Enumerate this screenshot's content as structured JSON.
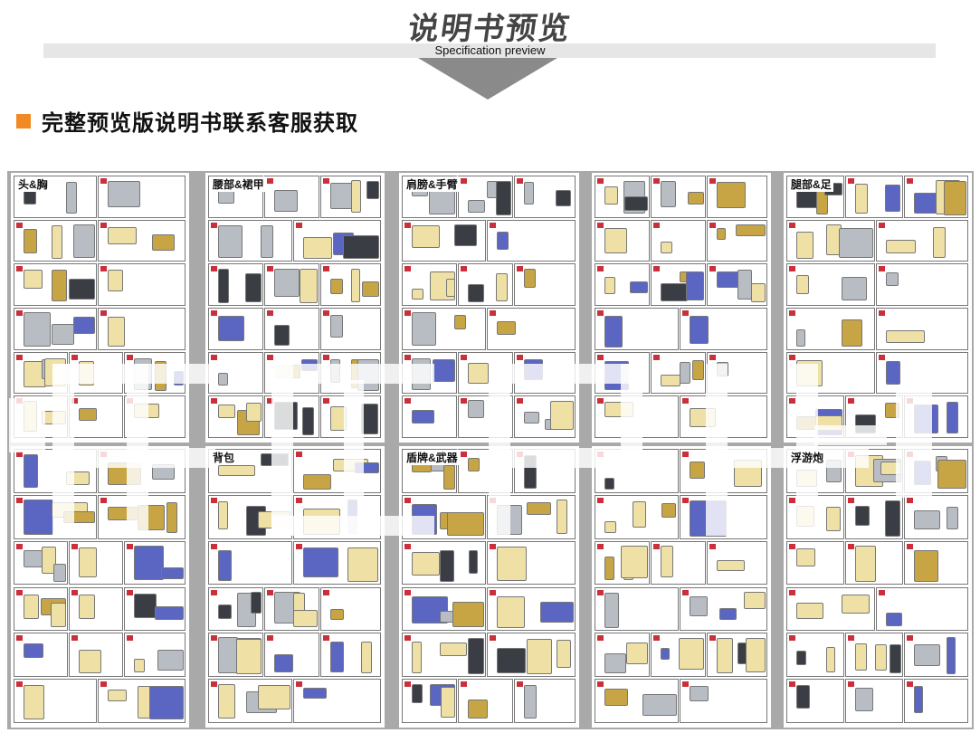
{
  "header": {
    "title": "说明书预览",
    "subtitle": "Specification preview"
  },
  "notice": {
    "text": "完整预览版说明书联系客服获取"
  },
  "sheets": [
    {
      "label": "头&胸"
    },
    {
      "label": "腰部&裙甲"
    },
    {
      "label": "肩膀&手臂"
    },
    {
      "label": ""
    },
    {
      "label": "腿部&足"
    },
    {
      "label": ""
    },
    {
      "label": "背包"
    },
    {
      "label": "盾牌&武器"
    },
    {
      "label": ""
    },
    {
      "label": "浮游炮"
    }
  ],
  "colors": {
    "frame": "#a9a9a9",
    "accent": "#f08a24",
    "part_cream": "#efe1a6",
    "part_gold": "#c7a544",
    "part_grey": "#b8bdc4",
    "part_dark": "#3a3d44",
    "part_blue": "#5a66c2",
    "panel_tag": "#c9303b"
  },
  "watermark": {
    "visible": true,
    "color": "#ffffff"
  }
}
